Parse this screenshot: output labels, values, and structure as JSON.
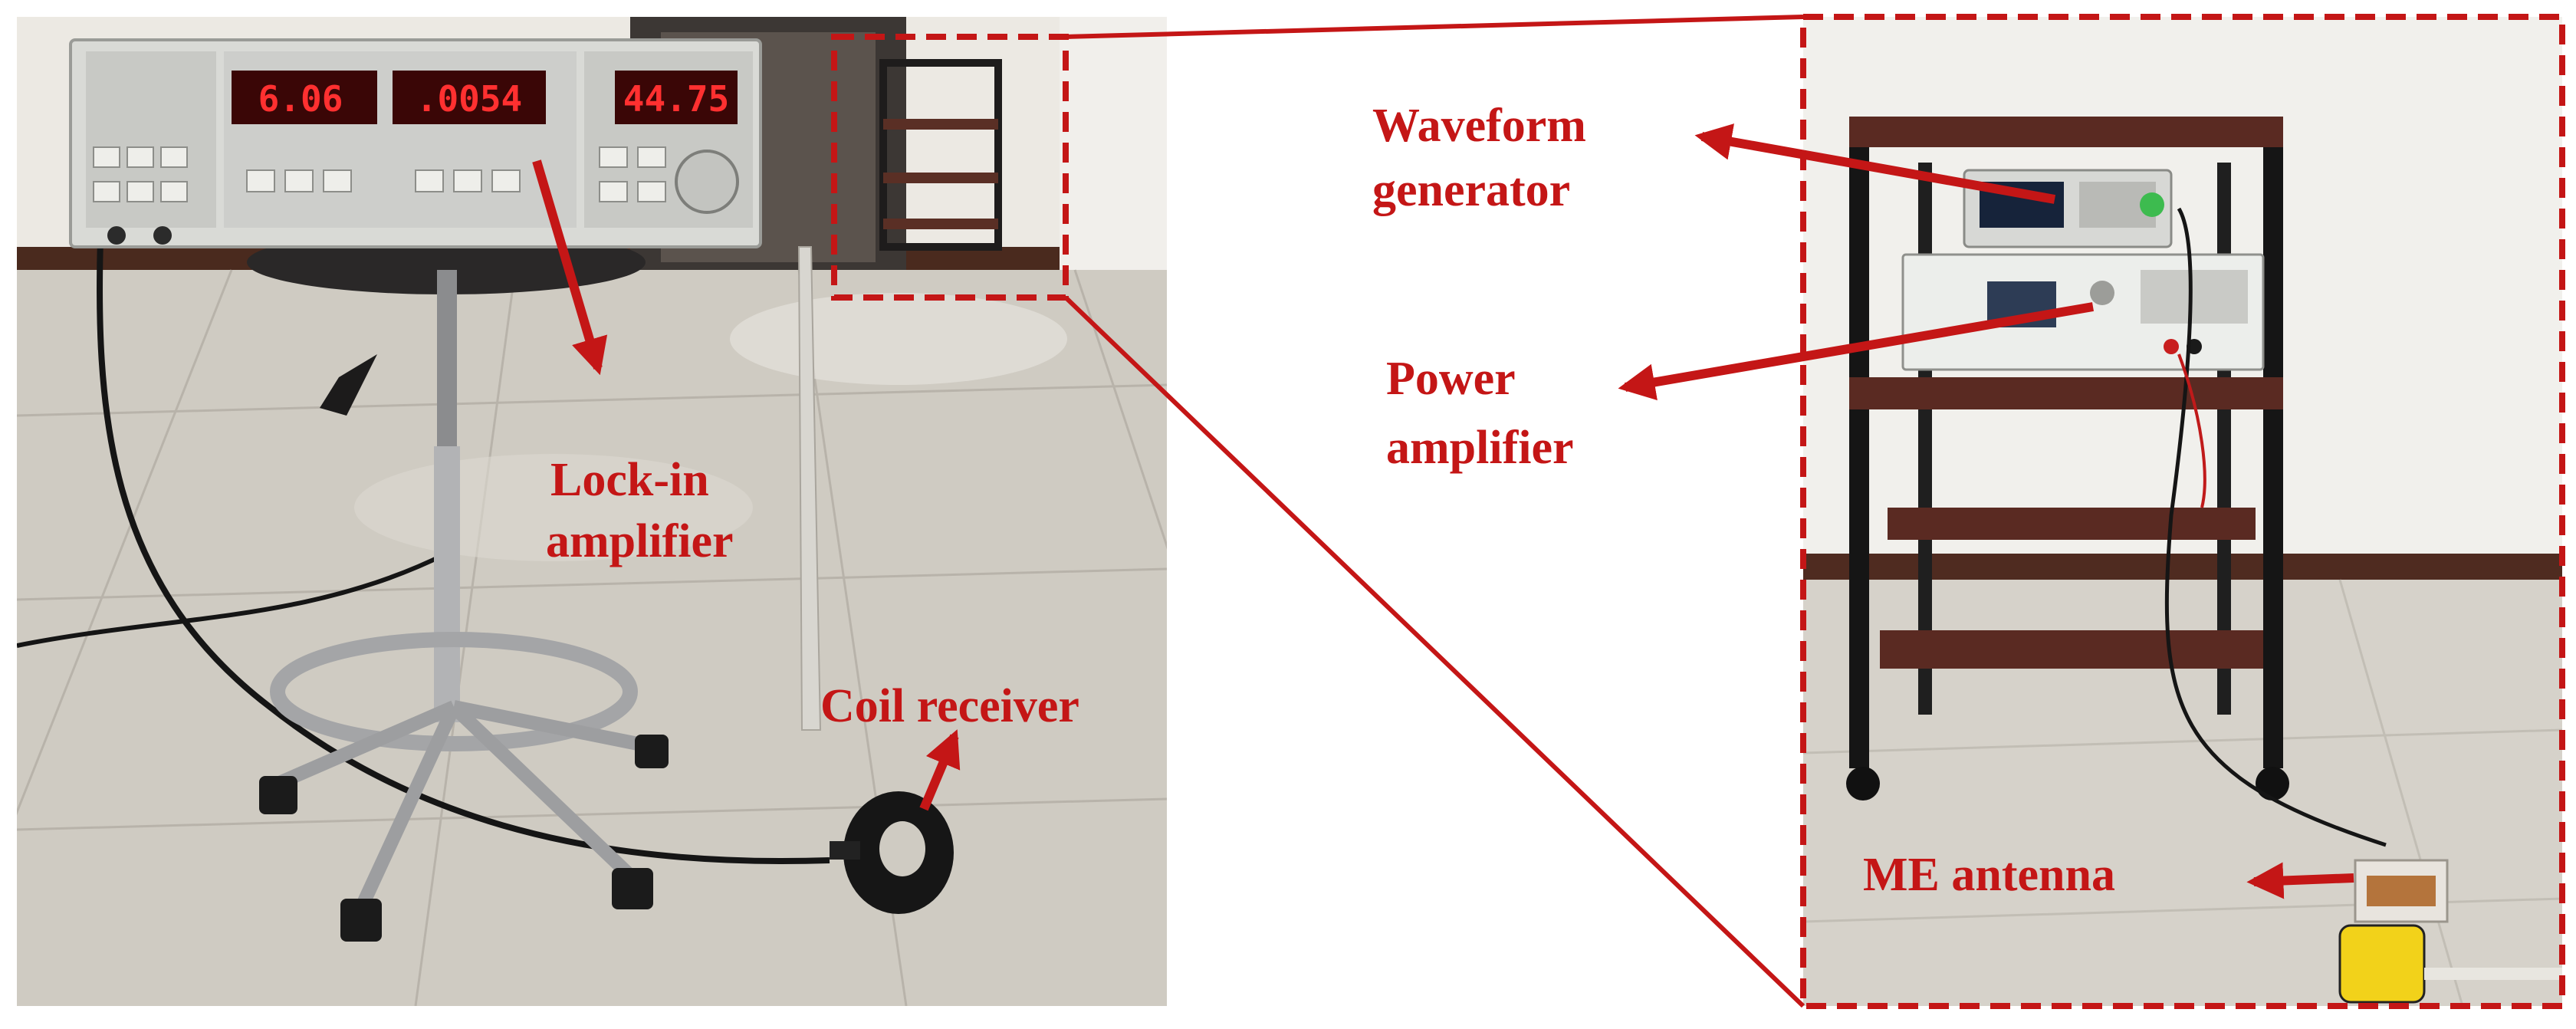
{
  "labels": {
    "lockin": [
      "Lock-in",
      "amplifier"
    ],
    "coil": "Coil receiver",
    "waveform": [
      "Waveform",
      "generator"
    ],
    "power": [
      "Power",
      "amplifier"
    ],
    "me_antenna": "ME antenna"
  },
  "instrument": {
    "display_1": "6.06",
    "display_2": ".0054",
    "display_3": "44.75"
  },
  "colors": {
    "annotation": "#c41616",
    "display_led": "#ff3030",
    "display_bg": "#3a0606"
  }
}
